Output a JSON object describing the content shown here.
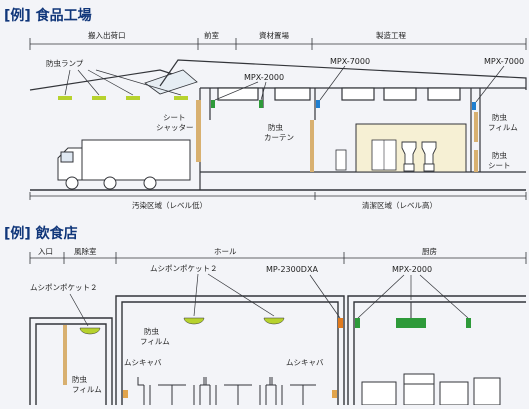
{
  "food_factory": {
    "title": "[例] 食品工場",
    "sections": [
      "搬入出荷口",
      "前室",
      "資材置場",
      "製造工程"
    ],
    "labels": {
      "lamp": "防虫ランプ",
      "sheet_shutter_1": "シート",
      "sheet_shutter_2": "シャッター",
      "curtain_1": "防虫",
      "curtain_2": "カーテン",
      "film_1": "防虫",
      "film_2": "フィルム",
      "sheet_1": "防虫",
      "sheet_2": "シート",
      "mpx2000": "MPX-2000",
      "mpx7000a": "MPX-7000",
      "mpx7000b": "MPX-7000"
    },
    "zones": [
      "汚染区域（レベル低）",
      "清潔区域（レベル高）"
    ]
  },
  "restaurant": {
    "title": "[例] 飲食店",
    "sections": [
      "入口",
      "風除室",
      "ホール",
      "厨房"
    ],
    "labels": {
      "pocket_left": "ムシポンポケット２",
      "pocket_hall": "ムシポンポケット２",
      "mp2300": "MP-2300DXA",
      "mpx2000": "MPX-2000",
      "film_a_1": "防虫",
      "film_a_2": "フィルム",
      "film_b_1": "防虫",
      "film_b_2": "フィルム",
      "kyaba_1": "ムシキャバ",
      "kyaba_2": "ムシキャバ"
    }
  },
  "colors": {
    "title": "#10367a",
    "wall": "#33353a",
    "lamp_green": "#2e9a3a",
    "lamp_yellow": "#b7d22e",
    "device_blue": "#1f7fd0",
    "device_orange": "#e07a1e",
    "curtain": "#d8b070",
    "floor": "#f6f0d4",
    "pipe_orange": "#e1a44c"
  }
}
